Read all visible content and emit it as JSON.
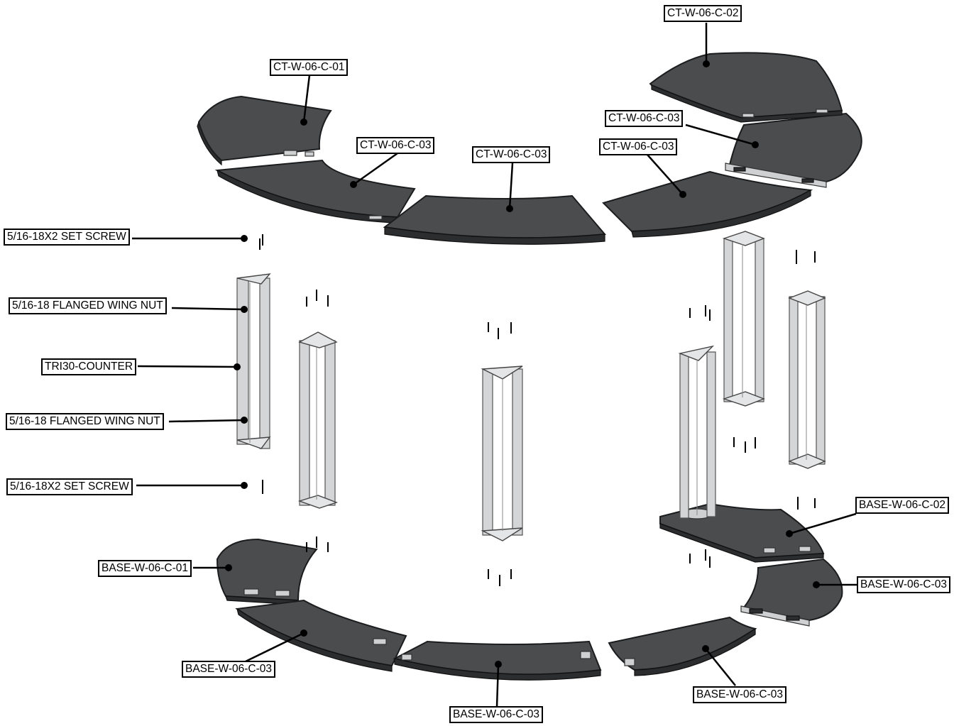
{
  "labels": {
    "top_left": "CT-W-06-C-01",
    "top_right": "CT-W-06-C-02",
    "top_c03_a": "CT-W-06-C-03",
    "top_c03_b": "CT-W-06-C-03",
    "top_c03_c": "CT-W-06-C-03",
    "top_c03_d": "CT-W-06-C-03",
    "set_screw_top": "5/16-18X2 SET SCREW",
    "wing_nut_top": "5/16-18 FLANGED WING NUT",
    "truss": "TRI30-COUNTER",
    "wing_nut_bottom": "5/16-18 FLANGED WING NUT",
    "set_screw_bottom": "5/16-18X2 SET SCREW",
    "base_left": "BASE-W-06-C-01",
    "base_right": "BASE-W-06-C-02",
    "base_c03_right": "BASE-W-06-C-03",
    "base_c03_left": "BASE-W-06-C-03",
    "base_c03_center": "BASE-W-06-C-03",
    "base_c03_lowright": "BASE-W-06-C-03"
  }
}
